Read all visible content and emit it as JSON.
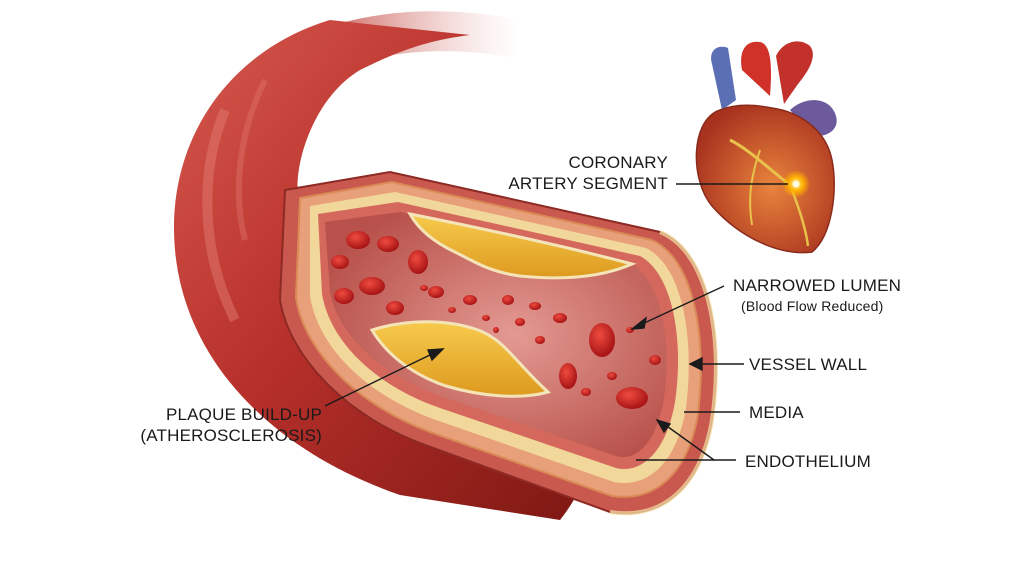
{
  "labels": {
    "coronary": {
      "line1": "CORONARY",
      "line2": "ARTERY SEGMENT"
    },
    "lumen": {
      "line1": "NARROWED LUMEN",
      "line2": "(Blood Flow Reduced)"
    },
    "vessel_wall": "VESSEL WALL",
    "media": "MEDIA",
    "endothelium": "ENDOTHELIUM",
    "plaque": {
      "line1": "PLAQUE BUILD-UP",
      "line2": "(ATHEROSCLEROSIS)"
    }
  },
  "colors": {
    "artery": "#b8302b",
    "artery_dark": "#7d1712",
    "plaque": "#f0b12e",
    "lumen": "#cf7a74",
    "blood_cell": "#c4171b",
    "leader_line": "#1a1a1a"
  }
}
